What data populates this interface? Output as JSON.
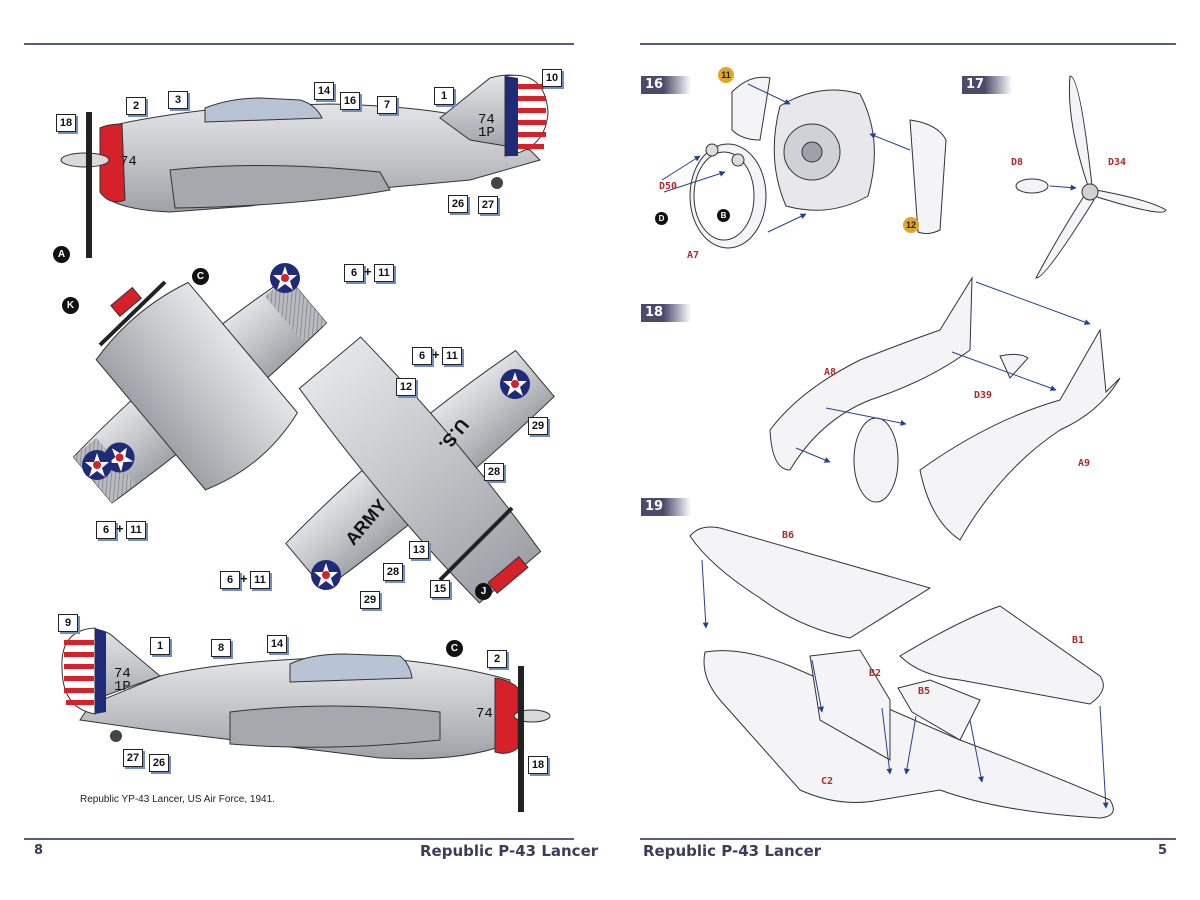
{
  "left_page": {
    "page_number": "8",
    "footer_title": "Republic P-43 Lancer",
    "caption": "Republic YP-43 Lancer, US Air Force, 1941.",
    "side_top_callouts": [
      "18",
      "2",
      "3",
      "14",
      "16",
      "7",
      "1",
      "10",
      "26",
      "27"
    ],
    "side_top_markings": {
      "tail_code": "74\n1P",
      "nose_number": "74"
    },
    "plan_callouts": [
      "6",
      "11",
      "6",
      "11",
      "6",
      "11",
      "12",
      "29",
      "28",
      "13",
      "28",
      "29",
      "15"
    ],
    "plan_markings": {
      "wing_text_1": "U.S.",
      "wing_text_2": "ARMY"
    },
    "side_bottom_callouts": [
      "9",
      "1",
      "8",
      "14",
      "2",
      "27",
      "26",
      "18"
    ],
    "circle_labels": [
      "A",
      "C",
      "K",
      "C",
      "J"
    ]
  },
  "right_page": {
    "page_number": "5",
    "footer_title": "Republic P-43 Lancer",
    "steps": {
      "s16": {
        "label": "16",
        "parts": [
          "D50",
          "A7"
        ],
        "circles": [
          "D",
          "B"
        ],
        "gold": [
          "11",
          "12"
        ]
      },
      "s17": {
        "label": "17",
        "parts": [
          "D8",
          "D34"
        ]
      },
      "s18": {
        "label": "18",
        "parts": [
          "A8",
          "D39",
          "A9"
        ]
      },
      "s19": {
        "label": "19",
        "parts": [
          "B6",
          "B1",
          "B2",
          "B5",
          "C2"
        ]
      }
    }
  },
  "colors": {
    "rule": "#5b5b7a",
    "aircraft_silver": "#c8c9cc",
    "nose_red": "#d6202a",
    "roundel_blue": "#1f2a78",
    "part_red": "#b02a2a",
    "arrow_blue": "#25408f"
  }
}
